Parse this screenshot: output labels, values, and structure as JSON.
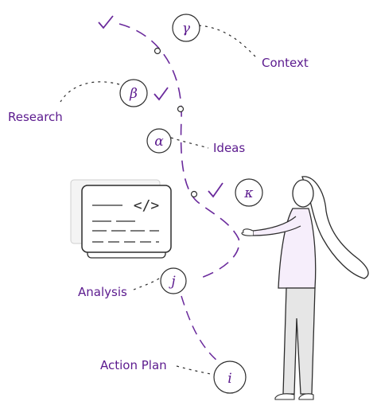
{
  "labels": {
    "context": "Context",
    "research": "Research",
    "ideas": "Ideas",
    "analysis": "Analysis",
    "action_plan": "Action Plan"
  },
  "nodes": {
    "gamma": "γ",
    "beta": "β",
    "alpha": "α",
    "kappa": "κ",
    "j": "j",
    "i": "i"
  },
  "code_symbol": "</>",
  "colors": {
    "accent": "#6a2a9c",
    "ink": "#2d2d2d",
    "person_top": "#f6eefb",
    "person_legs": "#e6e6e6"
  }
}
